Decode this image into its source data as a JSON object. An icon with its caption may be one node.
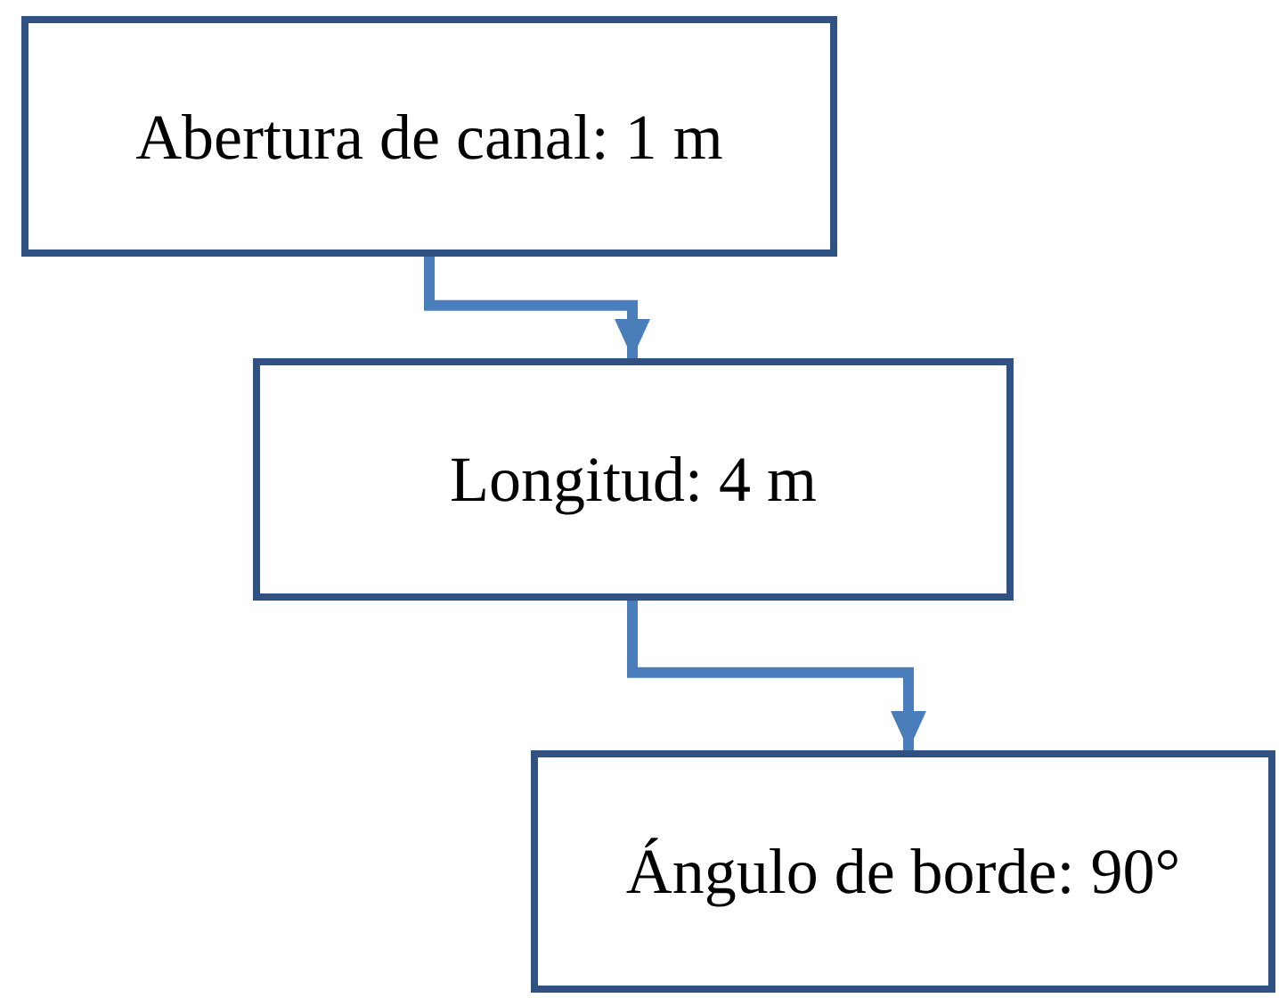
{
  "diagram": {
    "nodes": [
      {
        "text": [
          "Abertura de canal: 1 m"
        ]
      },
      {
        "text": [
          "Longitud: 4 m"
        ]
      },
      {
        "text": [
          "Ángulo de borde: 90°"
        ]
      }
    ],
    "edges": [
      {
        "from": 0,
        "to": 1,
        "arrow": "to"
      },
      {
        "from": 1,
        "to": 2,
        "arrow": "to"
      }
    ]
  }
}
